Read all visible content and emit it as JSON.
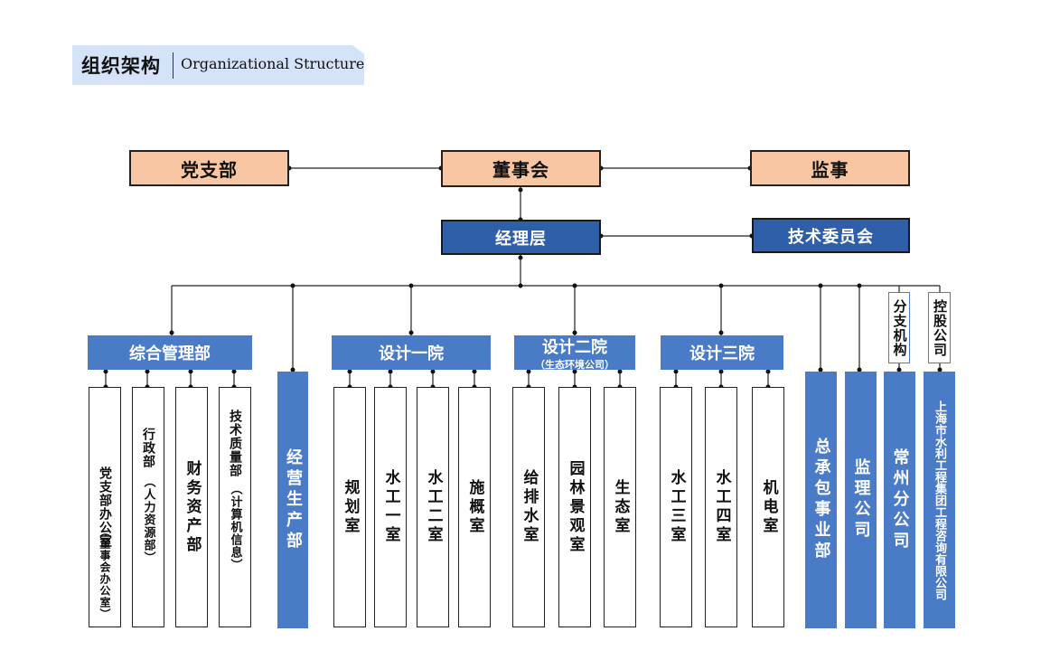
{
  "header": {
    "title_cn": "组织架构",
    "title_en": "Organizational Structure"
  },
  "top": {
    "party_branch": "党支部",
    "board": "董事会",
    "supervisor": "监事"
  },
  "mid": {
    "managers": "经理层",
    "tech_committee": "技术委员会"
  },
  "depts": {
    "general_mgmt": "综合管理部",
    "design1": "设计一院",
    "design2": "设计二院",
    "design2_sub": "（生态环境公司）",
    "design3": "设计三院"
  },
  "branches": {
    "branch_org": "分支机构",
    "holding_co": "控股公司"
  },
  "columns": {
    "party_office": "党支部办公室",
    "party_office_note": "（董事会办公室）",
    "admin": "行政部",
    "admin_note": "（人力资源部）",
    "finance": "财务资产部",
    "tech_quality": "技术质量部",
    "tech_quality_note": "（计算机信息）",
    "business_production": "经营生产部",
    "planning": "规划室",
    "hydraulic1": "水工一室",
    "hydraulic2": "水工二室",
    "budget": "施概室",
    "water_supply": "给排水室",
    "landscape": "园林景观室",
    "ecology": "生态室",
    "hydraulic3": "水工三室",
    "hydraulic4": "水工四室",
    "mechanical": "机电室",
    "epc": "总承包事业部",
    "supervision_co": "监理公司",
    "changzhou_branch": "常州分公司",
    "shanghai_group": "上海市水利工程集团工程咨询有限公司"
  },
  "colors": {
    "orange_box": "#f9c6a3",
    "dark_blue": "#2f5fa9",
    "mid_blue": "#4a7bc7",
    "header_bg": "#d4e3f7"
  }
}
